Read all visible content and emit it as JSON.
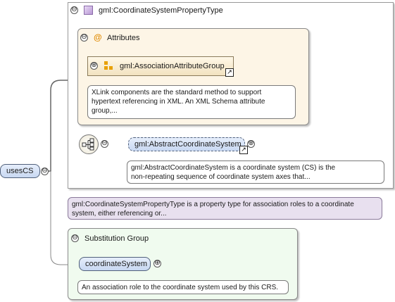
{
  "root": {
    "label": "usesCS"
  },
  "type_box": {
    "title": "gml:CoordinateSystemPropertyType",
    "attributes": {
      "title": "Attributes",
      "group_label": "gml:AssociationAttributeGroup",
      "group_doc": [
        "XLink components are the standard method to support",
        "hypertext referencing in XML. An XML Schema attribute",
        "group,..."
      ]
    },
    "element": {
      "label": "gml:AbstractCoordinateSystem",
      "doc": [
        "gml:AbstractCoordinateSystem is a coordinate system (CS) is the",
        "non-repeating sequence of coordinate system axes that..."
      ]
    },
    "doc": [
      "gml:CoordinateSystemPropertyType is a property type for association roles to a coordinate",
      "system, either referencing or..."
    ]
  },
  "substitution": {
    "title": "Substitution Group",
    "element_label": "coordinateSystem",
    "doc": "An association role to the coordinate system used by this CRS."
  },
  "symbols": {
    "collapse": "⊖",
    "expand": "⊕",
    "at": "@",
    "link": "↗"
  },
  "colors": {
    "type_bg": "#ffffff",
    "attr_bg": "#fdf5e6",
    "subst_bg": "#f0fbef",
    "type_doc_bg": "#e8e0ef",
    "pill_blue": "#d8e4f8"
  }
}
